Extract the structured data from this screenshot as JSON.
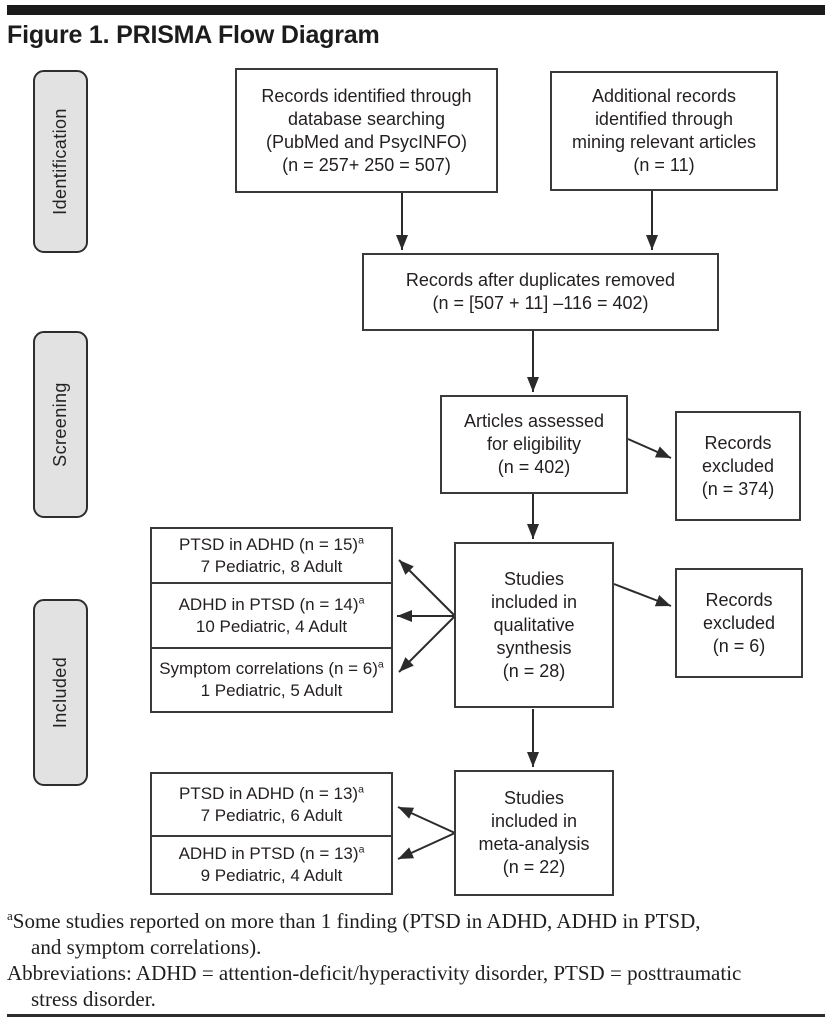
{
  "title": "Figure 1. PRISMA Flow Diagram",
  "sidebar": {
    "identification": "Identification",
    "screening": "Screening",
    "included": "Included"
  },
  "boxes": {
    "records_identified": {
      "lines": [
        "Records identified through",
        "database searching",
        "(PubMed and PsycINFO)",
        "(n = 257+ 250 = 507)"
      ]
    },
    "additional_records": {
      "lines": [
        "Additional records",
        "identified through",
        "mining relevant articles",
        "(n = 11)"
      ]
    },
    "duplicates_removed": {
      "lines": [
        "Records after duplicates removed",
        "(n = [507 + 11] –116 = 402)"
      ]
    },
    "articles_assessed": {
      "lines": [
        "Articles assessed",
        "for eligibility",
        "(n = 402)"
      ]
    },
    "records_excluded_screening": {
      "lines": [
        "Records",
        "excluded",
        "(n = 374)"
      ]
    },
    "qualitative_synthesis": {
      "lines": [
        "Studies",
        "included in",
        "qualitative",
        "synthesis",
        "(n = 28)"
      ]
    },
    "records_excluded_qualitative": {
      "lines": [
        "Records",
        "excluded",
        "(n = 6)"
      ]
    },
    "qualitative_breakdown": [
      {
        "title": "PTSD in ADHD (n = 15)",
        "sup": "a",
        "detail": "7 Pediatric, 8 Adult"
      },
      {
        "title": "ADHD in PTSD (n = 14)",
        "sup": "a",
        "detail": "10 Pediatric, 4 Adult"
      },
      {
        "title": "Symptom correlations (n = 6)",
        "sup": "a",
        "detail": "1 Pediatric, 5 Adult"
      }
    ],
    "meta_analysis": {
      "lines": [
        "Studies",
        "included in",
        "meta-analysis",
        "(n = 22)"
      ]
    },
    "meta_breakdown": [
      {
        "title": "PTSD in ADHD (n = 13)",
        "sup": "a",
        "detail": "7 Pediatric, 6 Adult"
      },
      {
        "title": "ADHD in PTSD (n = 13)",
        "sup": "a",
        "detail": "9 Pediatric, 4 Adult"
      }
    ]
  },
  "footnotes": {
    "note_sup": "a",
    "note_line1": "Some studies reported on more than 1 finding (PTSD in ADHD, ADHD in PTSD,",
    "note_line2": "and symptom correlations).",
    "abbrev_line1": "Abbreviations: ADHD = attention-deficit/hyperactivity disorder, PTSD = posttraumatic",
    "abbrev_line2": "stress disorder."
  },
  "colors": {
    "box_border": "#3a3a3a",
    "text": "#231f20",
    "sidebar_fill": "#e2e2e2",
    "arrow": "#2b2b2b",
    "rule": "#1b1b1b"
  }
}
